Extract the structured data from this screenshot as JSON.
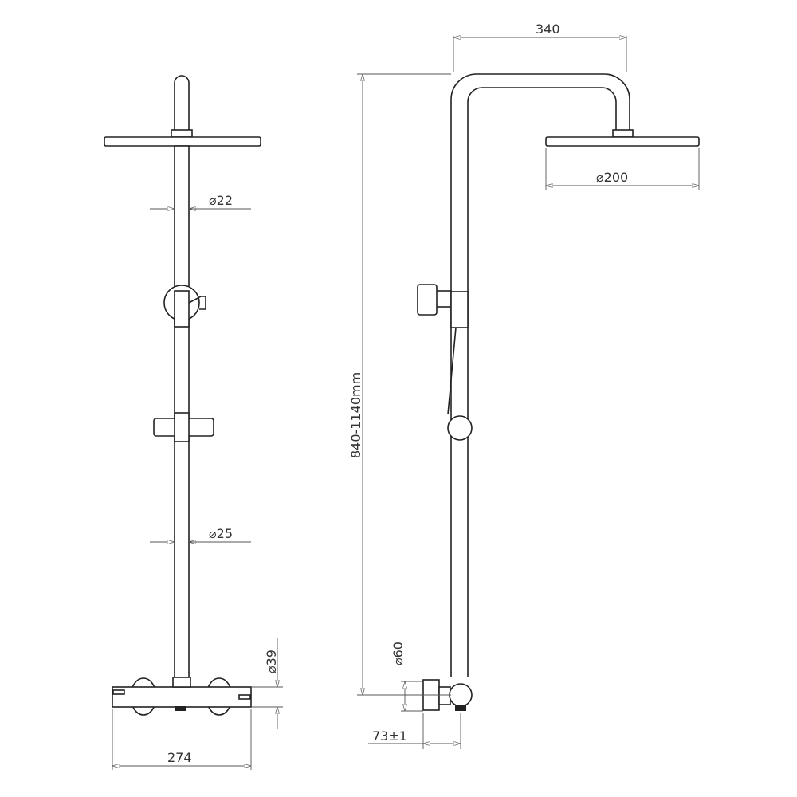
{
  "dimensions": {
    "arm_reach": "340",
    "head_diameter": "⌀200",
    "upper_pipe_diameter": "⌀22",
    "lower_pipe_diameter": "⌀25",
    "mixer_diameter": "⌀39",
    "mixer_width": "274",
    "height_range": "840-1140mm",
    "flange_diameter": "⌀60",
    "wall_offset": "73±1"
  }
}
